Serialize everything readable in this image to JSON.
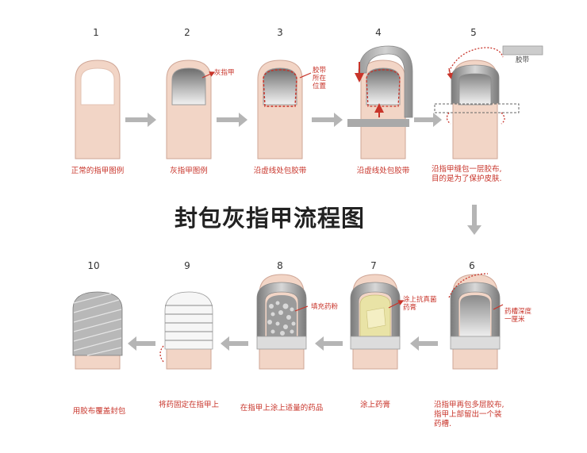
{
  "title": "封包灰指甲流程图",
  "step_numbers": [
    "1",
    "2",
    "3",
    "4",
    "5",
    "6",
    "7",
    "8",
    "9",
    "10"
  ],
  "captions": {
    "s1": "正常的指甲图例",
    "s2": "灰指甲图例",
    "s3": "沿虚线处包胶带",
    "s4": "沿虚线处包胶带",
    "s5": "沿指甲缝包一层胶布,\n目的是为了保护皮肤.",
    "s6": "沿指甲再包多层胶布,\n指甲上部留出一个装\n药槽.",
    "s7": "涂上药膏",
    "s8": "在指甲上涂上适量的药品",
    "s9": "将药固定在指甲上",
    "s10": "用胶布覆盖封包"
  },
  "notes": {
    "grey_nail": "灰指甲",
    "tape_position": "胶带\n所在\n位置",
    "tape": "胶带",
    "groove_depth": "药槽深度\n一厘米",
    "apply_cream": "涂上抗真菌\n药膏",
    "fill_powder": "填充药粉"
  },
  "colors": {
    "skin": "#f2d5c6",
    "skin_stroke": "#cfa696",
    "accent": "#c8342a",
    "arrow": "#b5b5b5",
    "tape": "#a9a9a9"
  }
}
